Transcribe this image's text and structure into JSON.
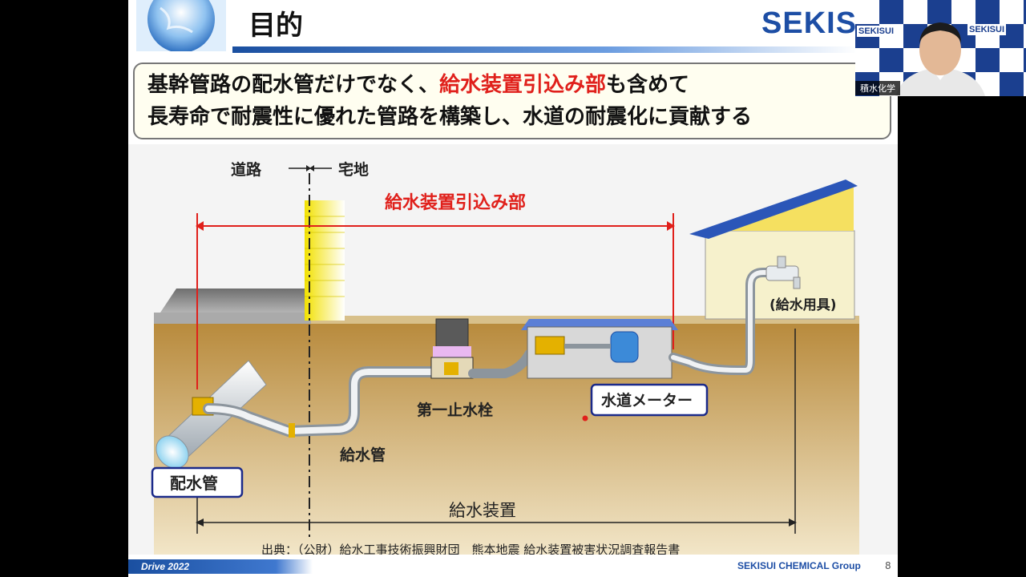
{
  "slide": {
    "title": "目的",
    "brand": "SEKISU",
    "message": {
      "line1_before": "基幹管路の配水管だけでなく、",
      "line1_highlight": "給水装置引込み部",
      "line1_after": "も含めて",
      "line2": "長寿命で耐震性に優れた管路を構築し、水道の耐震化に貢献する"
    },
    "diagram": {
      "road_label": "道路",
      "residential_label": "宅地",
      "service_section_label": "給水装置引込み部",
      "distribution_pipe_label": "配水管",
      "service_pipe_label": "給水管",
      "stop_valve_label": "第一止水栓",
      "water_meter_label": "水道メーター",
      "fixture_label": "(給水用具)",
      "supply_equipment_label": "給水装置"
    },
    "source": "出典：（公財）給水工事技術振興財団　熊本地震 給水装置被害状況調査報告書",
    "footer_left": "Drive 2022",
    "footer_company": "SEKISUI CHEMICAL Group",
    "page_number": "8"
  },
  "webcam": {
    "participant_name": "積水化学",
    "backdrop_logo": "SEKISUI"
  },
  "colors": {
    "brand_blue": "#1d4ea5",
    "highlight_red": "#e0201b",
    "label_box_border": "#1b2a8a",
    "soil": "#c9a35c"
  }
}
